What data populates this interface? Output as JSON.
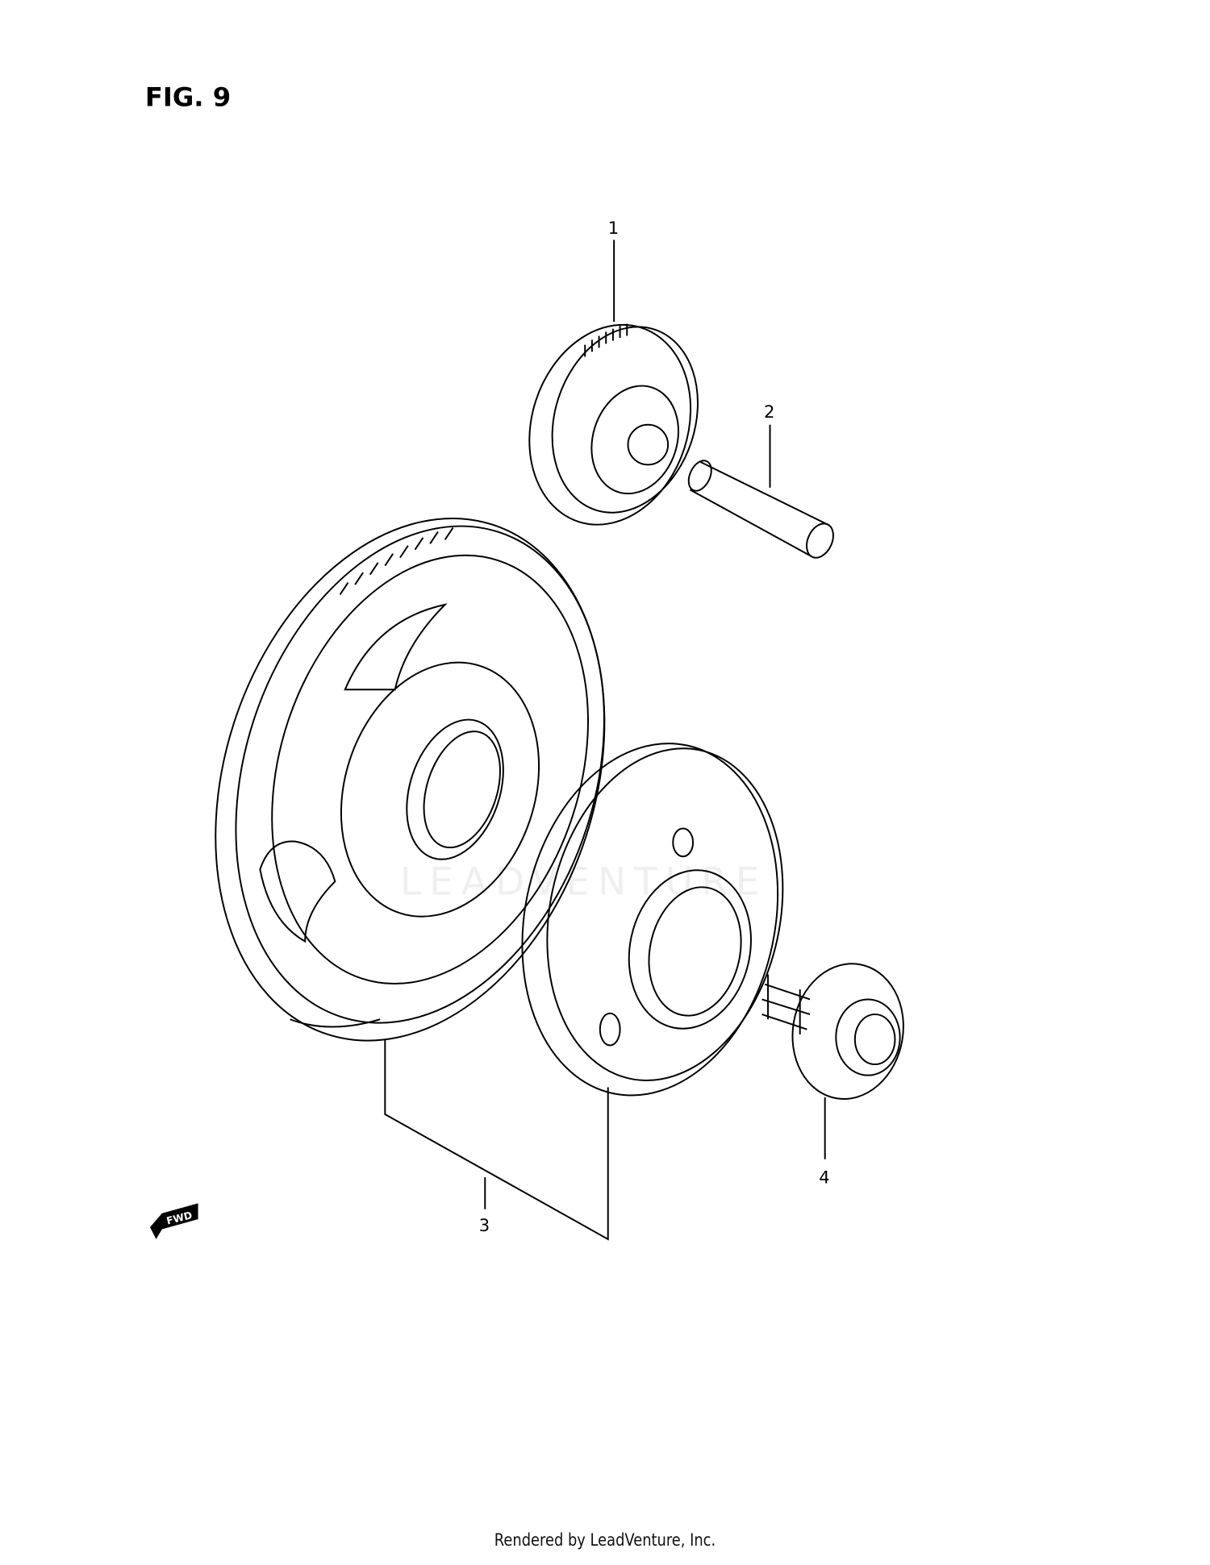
{
  "figure": {
    "title": "FIG. 9"
  },
  "callouts": [
    {
      "number": "1",
      "part": "small-gear"
    },
    {
      "number": "2",
      "part": "shaft-pin"
    },
    {
      "number": "3",
      "part": "starter-clutch-gear-assembly"
    },
    {
      "number": "4",
      "part": "flange-bolt"
    }
  ],
  "direction_marker": {
    "label": "FWD"
  },
  "watermark": {
    "text": "LEADVENTURE"
  },
  "footer": {
    "text": "Rendered by LeadVenture, Inc."
  }
}
